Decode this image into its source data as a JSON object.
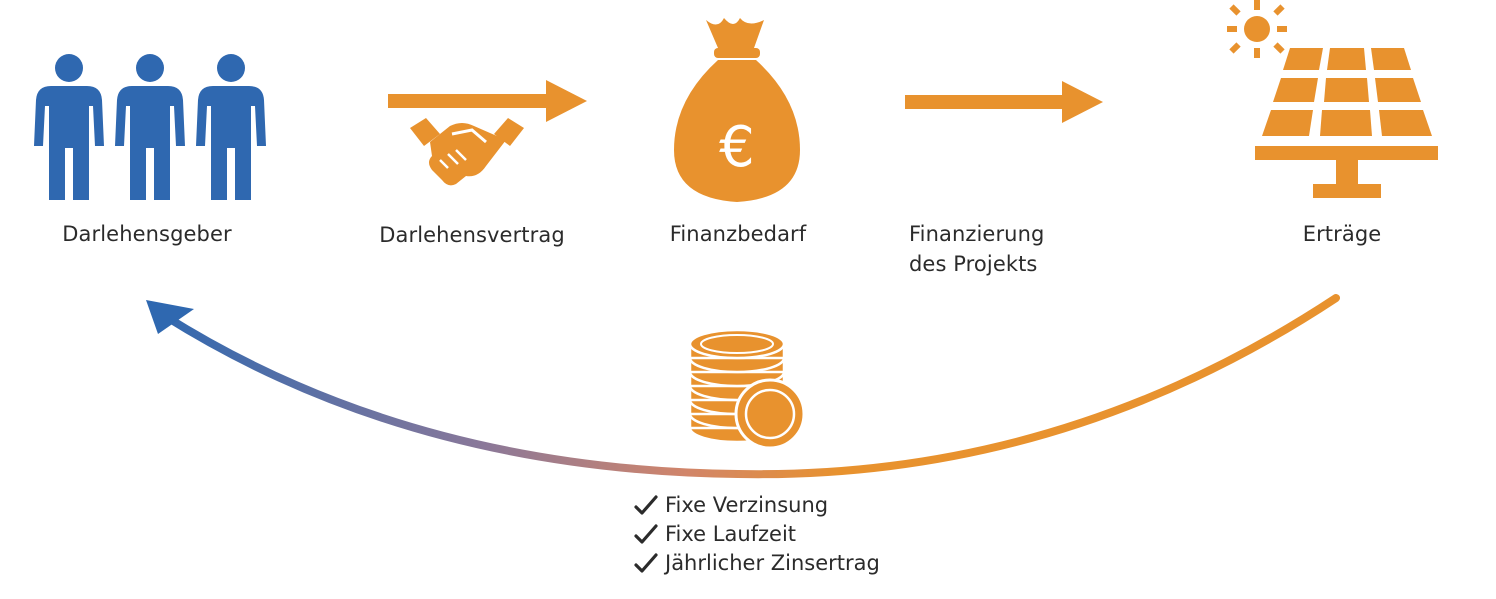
{
  "colors": {
    "orange": "#E8922E",
    "blue": "#2F68B0",
    "text": "#2B2B2B"
  },
  "nodes": [
    {
      "id": "lender",
      "label": "Darlehensgeber",
      "icon": "people-icon"
    },
    {
      "id": "contract",
      "label": "Darlehensvertrag",
      "icon": "handshake-icon"
    },
    {
      "id": "need",
      "label": "Finanzbedarf",
      "icon": "money-bag-euro-icon"
    },
    {
      "id": "financing",
      "label_line1": "Finanzierung",
      "label_line2": "des Projekts",
      "icon": "arrow-right-icon"
    },
    {
      "id": "yield",
      "label": "Erträge",
      "icon": "solar-panel-icon"
    }
  ],
  "return_flow": {
    "icon": "coin-stack-icon",
    "benefits": [
      "Fixe Verzinsung",
      "Fixe Laufzeit",
      "Jährlicher Zinsertrag"
    ]
  }
}
